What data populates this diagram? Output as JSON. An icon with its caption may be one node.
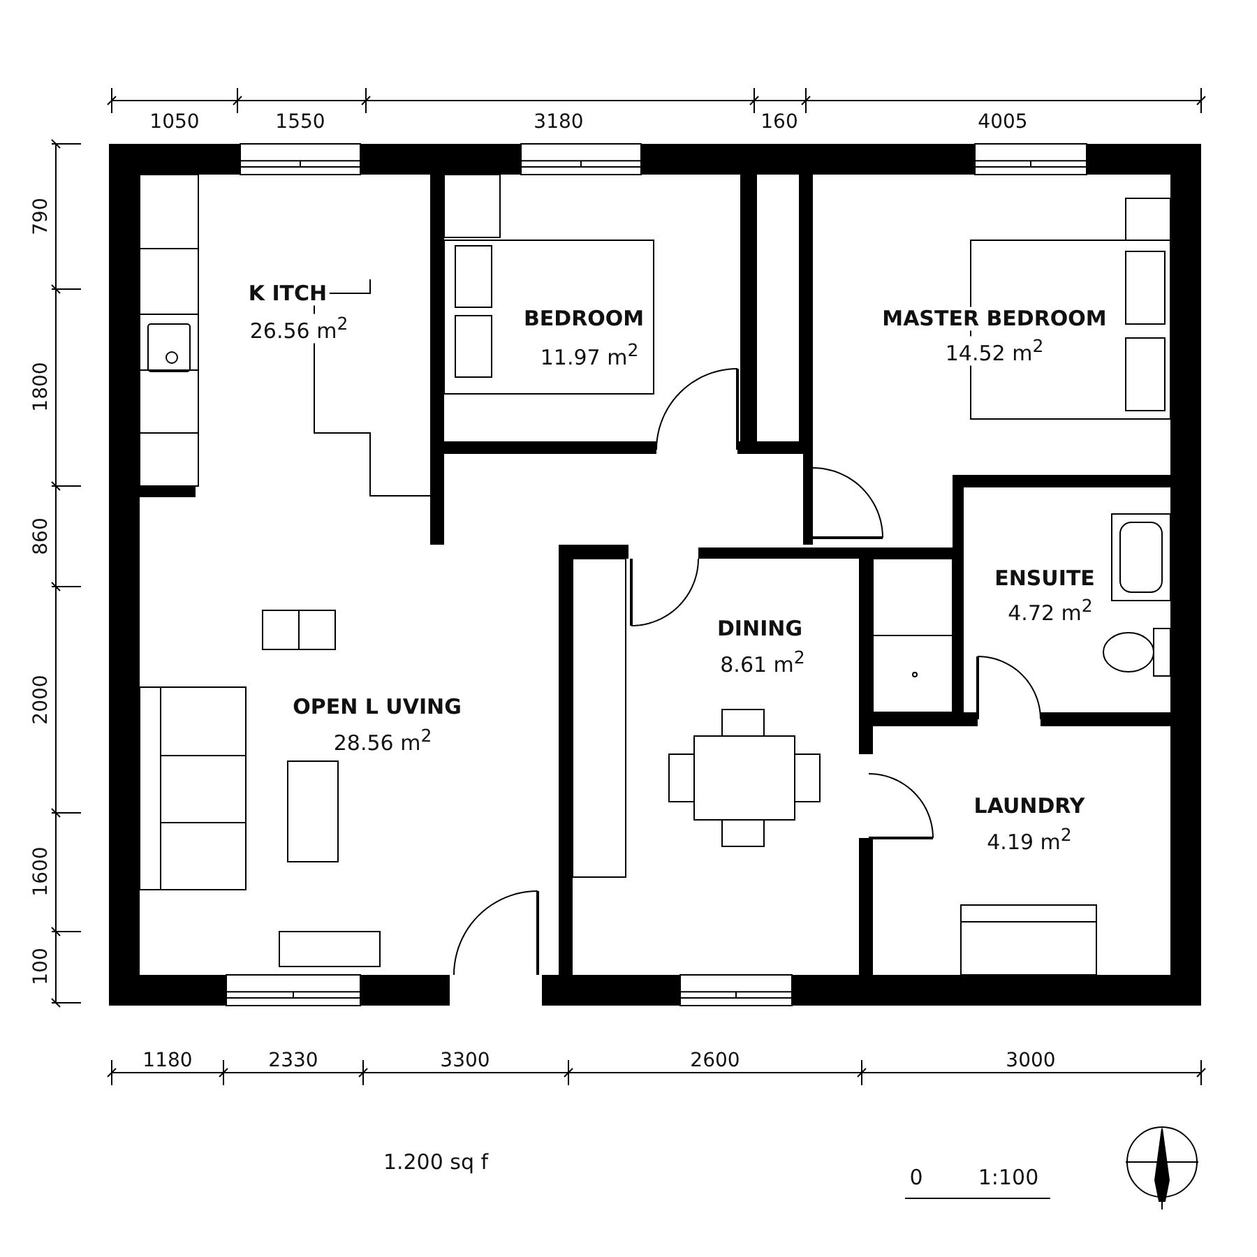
{
  "diagram": {
    "labels": [
      "1050",
      "1550",
      "3180",
      "160",
      "4005",
      "790",
      "1800",
      "860",
      "2000",
      "1600",
      "100",
      "K ITCH",
      "26.56 m$^{2}$",
      "BEDROOM",
      "11.97 m$^{2}$",
      "MASTER BEDROOM",
      "14.52 m$^{2}$",
      "ENSUITE",
      "4.72 m$^{2}$",
      "DINING",
      "8.61 m$^{2}$",
      "OPEN L UVING",
      "28.56 m$^{2}$",
      "LAUNDRY",
      "4.19 m$^{2}$",
      "1180",
      "2330",
      "3300",
      "2600",
      "3000",
      "1.200 sq f",
      "0",
      "1:100"
    ]
  }
}
